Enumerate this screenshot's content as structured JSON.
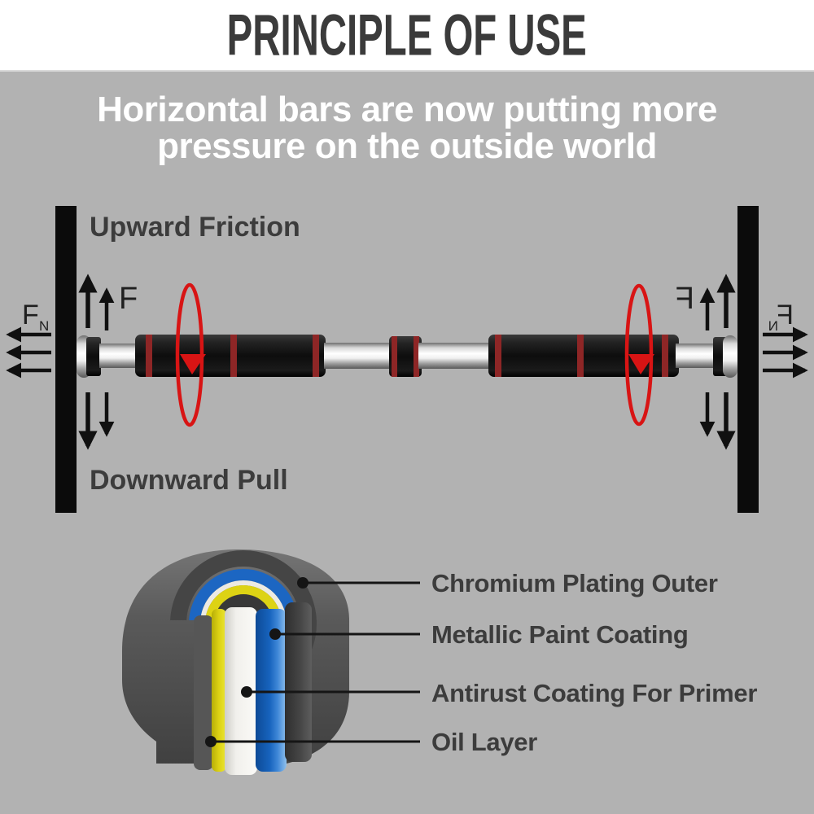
{
  "title": "PRINCIPLE OF USE",
  "subtitle": {
    "line1": "Horizontal bars are now putting more",
    "line2": "pressure on the outside world"
  },
  "force_diagram": {
    "upward_label": "Upward Friction",
    "downward_label": "Downward Pull",
    "force_symbol": "F",
    "normal_force_symbol": "F",
    "normal_force_subscript": "N"
  },
  "layer_diagram": {
    "labels": [
      "Chromium Plating Outer",
      "Metallic Paint Coating",
      "Antirust Coating For Primer",
      "Oil Layer"
    ]
  },
  "colors": {
    "background_gray": "#b2b2b2",
    "title_text": "#3b3b3b",
    "subtitle_text": "#ffffff",
    "label_text": "#3c3c3c",
    "rotation_red": "#d81414",
    "grip_ring_red": "#8e2626",
    "chromium_layer": "#454545",
    "metallic_paint_layer": "#1c66c2",
    "antirust_layer": "#f1f0ec",
    "oil_layer": "#ddd314"
  }
}
